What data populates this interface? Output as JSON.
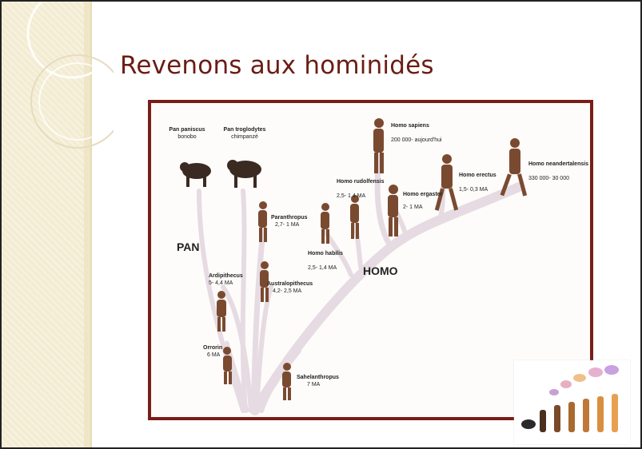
{
  "slide": {
    "title": "Revenons aux hominidés"
  },
  "diagram": {
    "species": [
      {
        "name": "Pan paniscus",
        "common": "bonobo"
      },
      {
        "name": "Pan troglodytes",
        "common": "chimpanzé"
      },
      {
        "name": "Paranthropus",
        "age": "2,7- 1 MA"
      },
      {
        "name": "Ardipithecus",
        "age": "5- 4,4 MA"
      },
      {
        "name": "Australopithecus",
        "age": "4,2- 2,5 MA"
      },
      {
        "name": "Orrorin",
        "age": "6 MA"
      },
      {
        "name": "Sahelanthropus",
        "age": "7 MA"
      },
      {
        "name": "Homo sapiens",
        "age": "200 000- aujourd'hui"
      },
      {
        "name": "Homo rudolfensis",
        "age": "2,5- 1,4 MA"
      },
      {
        "name": "Homo habilis",
        "age": "2,5- 1,4 MA"
      },
      {
        "name": "Homo ergaster",
        "age": "2- 1 MA"
      },
      {
        "name": "Homo erectus",
        "age": "1,5- 0,3 MA"
      },
      {
        "name": "Homo neandertalensis",
        "age": "330 000- 30 000"
      }
    ],
    "group_pan": "PAN",
    "group_homo": "HOMO"
  },
  "colors": {
    "title": "#6b1d14",
    "frame_border": "#7a1c18",
    "band": "#f3ecd2",
    "branch": "#e8dfe4"
  }
}
